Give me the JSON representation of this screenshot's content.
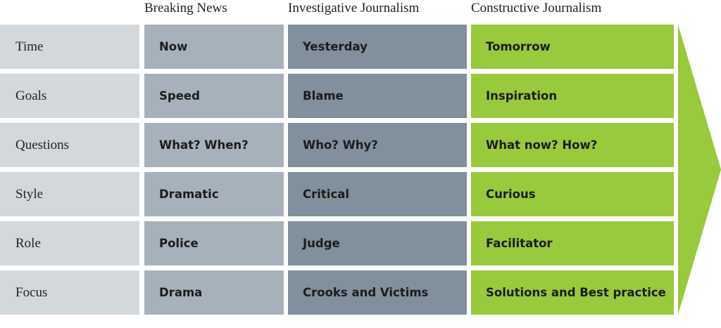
{
  "columns": [
    "Breaking News",
    "Investigative Journalism",
    "Constructive Journalism"
  ],
  "rows": [
    {
      "label": "Time",
      "cells": [
        "Now",
        "Yesterday",
        "Tomorrow"
      ]
    },
    {
      "label": "Goals",
      "cells": [
        "Speed",
        "Blame",
        "Inspiration"
      ]
    },
    {
      "label": "Questions",
      "cells": [
        "What? When?",
        "Who? Why?",
        "What now? How?"
      ]
    },
    {
      "label": "Style",
      "cells": [
        "Dramatic",
        "Critical",
        "Curious"
      ]
    },
    {
      "label": "Role",
      "cells": [
        "Police",
        "Judge",
        "Facilitator"
      ]
    },
    {
      "label": "Focus",
      "cells": [
        "Drama",
        "Crooks and Victims",
        "Solutions and Best practice"
      ]
    }
  ],
  "colors": {
    "label_bg": "#d3d8dd",
    "breaking_bg": "#a7b1bb",
    "investigative_bg": "#828f9d",
    "constructive_bg": "#99c93c",
    "arrow": "#99c93c"
  }
}
